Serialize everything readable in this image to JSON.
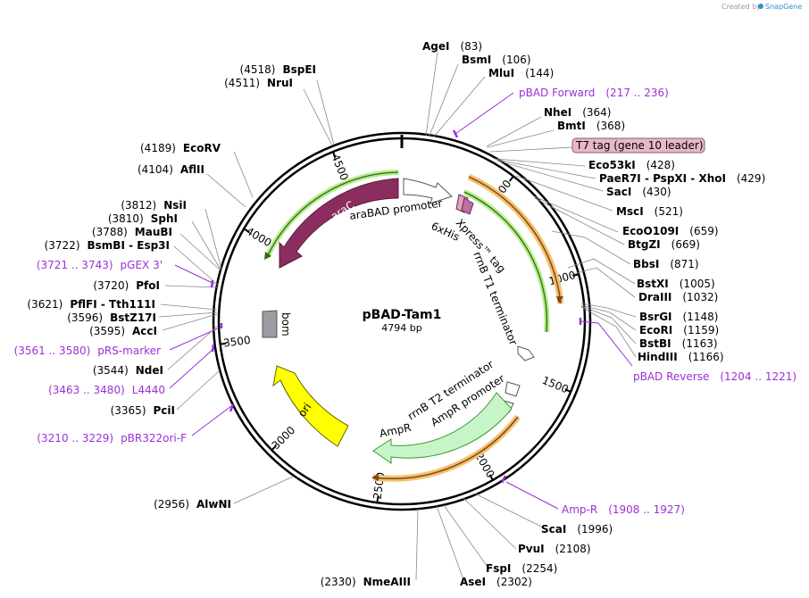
{
  "credit": {
    "text": "Created by",
    "brand": "SnapGene"
  },
  "plasmid": {
    "name": "pBAD-Tam1",
    "size": "4794 bp"
  },
  "ticks": [
    "500",
    "1000",
    "1500",
    "2000",
    "2500",
    "3000",
    "3500",
    "4000",
    "4500"
  ],
  "features": {
    "araC": "araC",
    "araBAD": "araBAD promoter",
    "his": "6xHis",
    "xpress": "Xpress™ tag",
    "rrnB_T1": "rrnB T1 terminator",
    "rrnB_T2": "rrnB T2 terminator",
    "AmpR_promoter": "AmpR promoter",
    "AmpR": "AmpR",
    "ori": "ori",
    "bom": "bom",
    "T7tag": "T7 tag (gene 10 leader)"
  },
  "right_sites": [
    {
      "name": "AgeI",
      "pos": "(83)"
    },
    {
      "name": "BsmI",
      "pos": "(106)"
    },
    {
      "name": "MluI",
      "pos": "(144)"
    },
    {
      "name": "NheI",
      "pos": "(364)"
    },
    {
      "name": "BmtI",
      "pos": "(368)"
    },
    {
      "name": "Eco53kI",
      "pos": "(428)"
    },
    {
      "name": "PaeR7I  - PspXI  - XhoI",
      "pos": "(429)"
    },
    {
      "name": "SacI",
      "pos": "(430)"
    },
    {
      "name": "MscI",
      "pos": "(521)"
    },
    {
      "name": "EcoO109I",
      "pos": "(659)"
    },
    {
      "name": "BtgZI",
      "pos": "(669)"
    },
    {
      "name": "BbsI",
      "pos": "(871)"
    },
    {
      "name": "BstXI",
      "pos": "(1005)"
    },
    {
      "name": "DraIII",
      "pos": "(1032)"
    },
    {
      "name": "BsrGI",
      "pos": "(1148)"
    },
    {
      "name": "EcoRI",
      "pos": "(1159)"
    },
    {
      "name": "BstBI",
      "pos": "(1163)"
    },
    {
      "name": "HindIII",
      "pos": "(1166)"
    },
    {
      "name": "ScaI",
      "pos": "(1996)"
    },
    {
      "name": "PvuI",
      "pos": "(2108)"
    },
    {
      "name": "FspI",
      "pos": "(2254)"
    },
    {
      "name": "AseI",
      "pos": "(2302)"
    }
  ],
  "left_sites": [
    {
      "name": "BspEI",
      "pos": "(4518)"
    },
    {
      "name": "NruI",
      "pos": "(4511)"
    },
    {
      "name": "EcoRV",
      "pos": "(4189)"
    },
    {
      "name": "AflII",
      "pos": "(4104)"
    },
    {
      "name": "NsiI",
      "pos": "(3812)"
    },
    {
      "name": "SphI",
      "pos": "(3810)"
    },
    {
      "name": "MauBI",
      "pos": "(3788)"
    },
    {
      "name": "BsmBI  - Esp3I",
      "pos": "(3722)"
    },
    {
      "name": "PfoI",
      "pos": "(3720)"
    },
    {
      "name": "PflFI  - Tth111I",
      "pos": "(3621)"
    },
    {
      "name": "BstZ17I",
      "pos": "(3596)"
    },
    {
      "name": "AccI",
      "pos": "(3595)"
    },
    {
      "name": "NdeI",
      "pos": "(3544)"
    },
    {
      "name": "PciI",
      "pos": "(3365)"
    },
    {
      "name": "AlwNI",
      "pos": "(2956)"
    },
    {
      "name": "NmeAIII",
      "pos": "(2330)"
    }
  ],
  "primers": [
    {
      "name": "pBAD Forward",
      "range": "(217 .. 236)"
    },
    {
      "name": "pBAD Reverse",
      "range": "(1204 .. 1221)"
    },
    {
      "name": "Amp-R",
      "range": "(1908 .. 1927)"
    },
    {
      "name": "pGEX 3'",
      "range": "(3721 .. 3743)"
    },
    {
      "name": "pRS-marker",
      "range": "(3561 .. 3580)"
    },
    {
      "name": "L4440",
      "range": "(3463 .. 3480)"
    },
    {
      "name": "pBR322ori-F",
      "range": "(3210 .. 3229)"
    }
  ],
  "colors": {
    "araC": "#8c2d5f",
    "ori": "#ffff00",
    "AmpR": "#c8f5c8",
    "primer": "#9b30d9",
    "orange": "#f0a030",
    "green": "#5cc828",
    "t7tag": "#e8b8c8"
  }
}
